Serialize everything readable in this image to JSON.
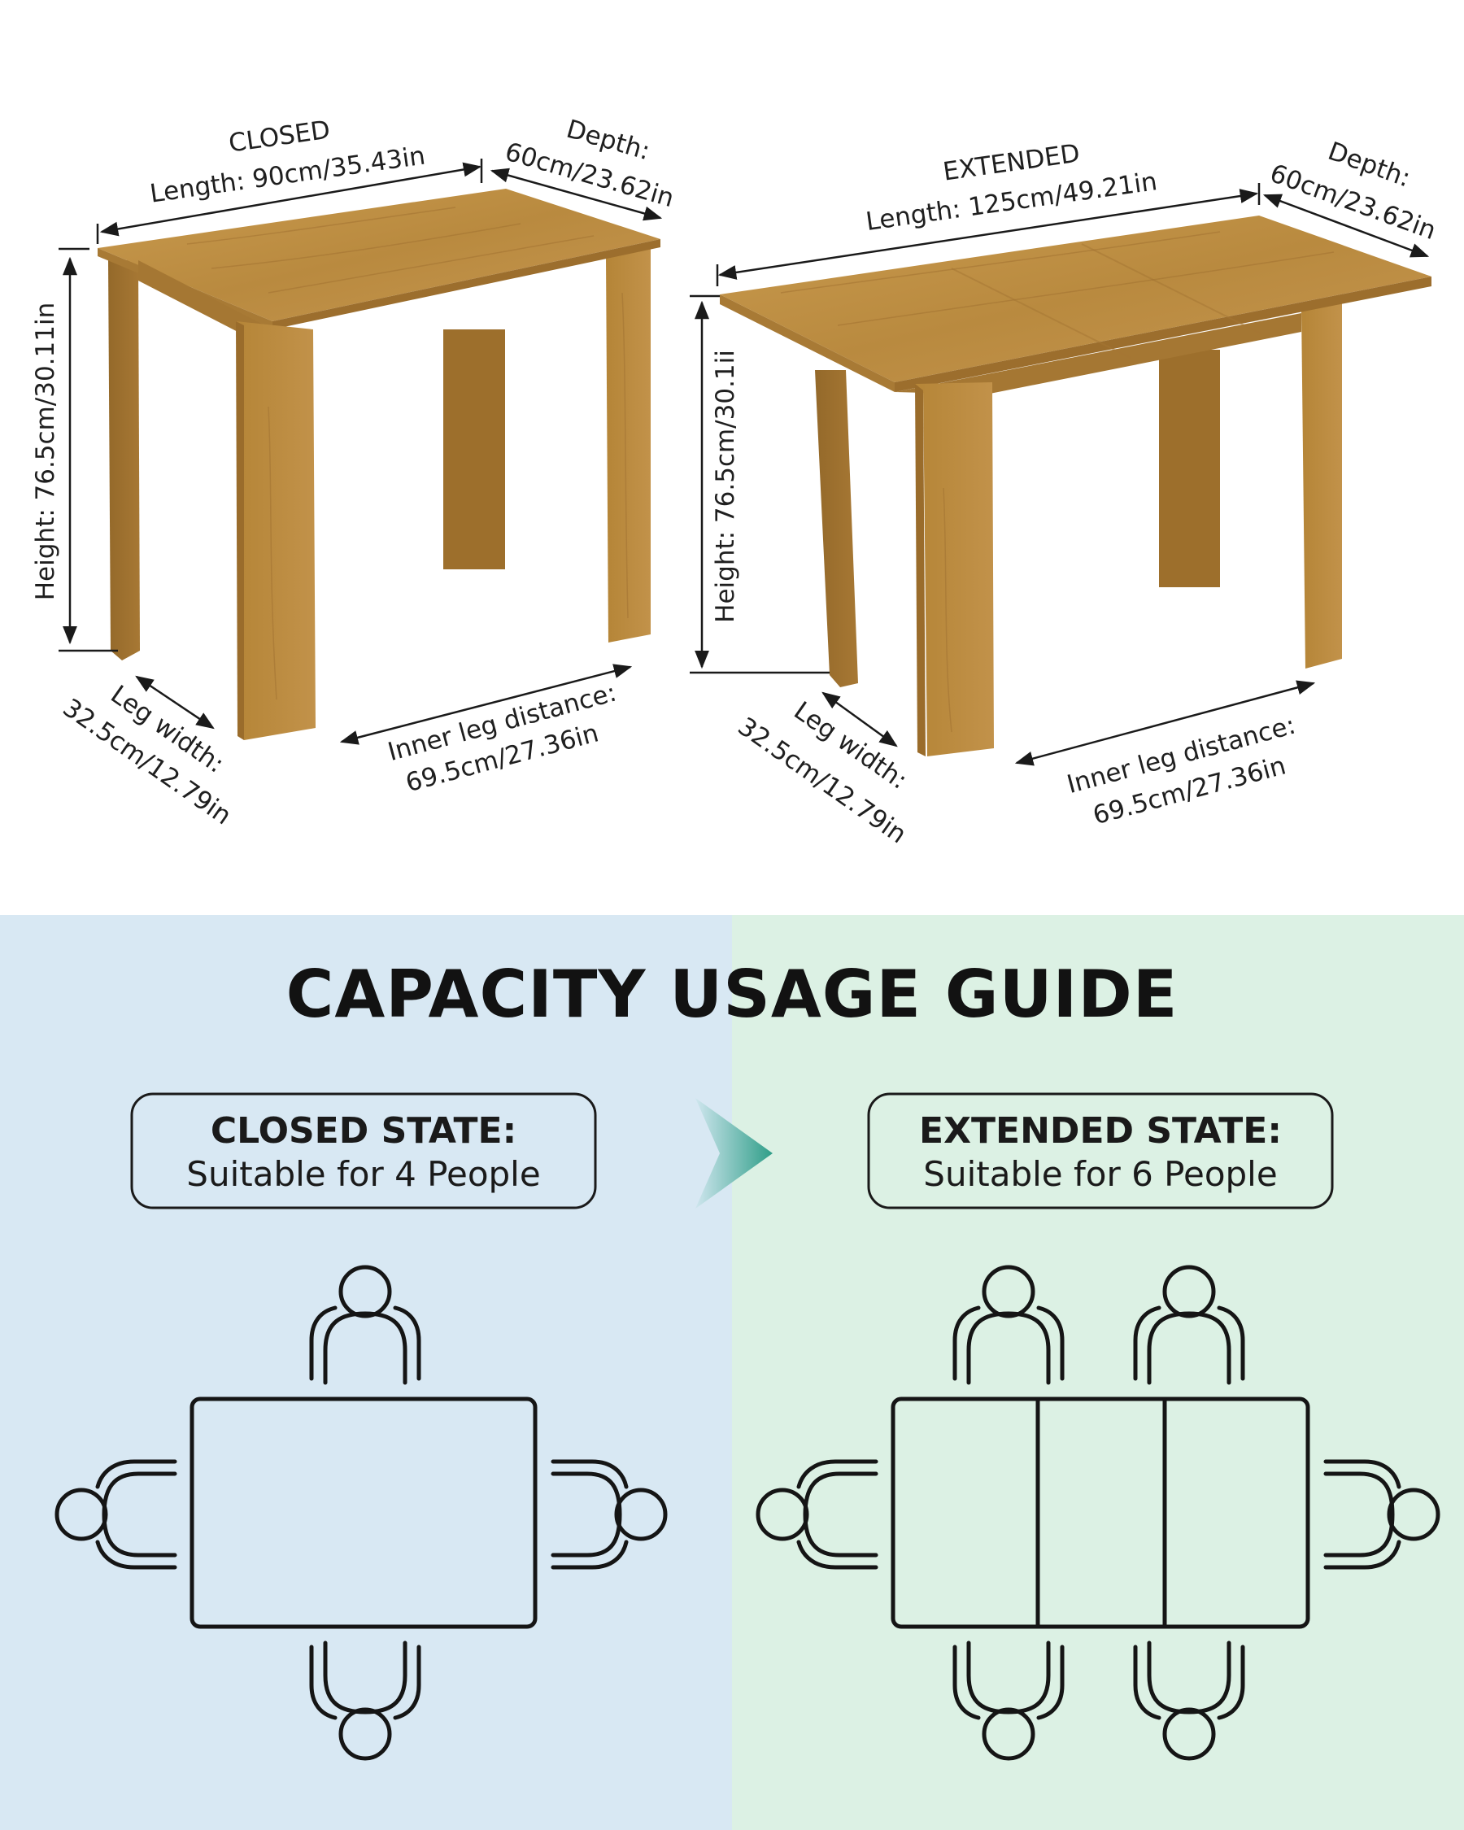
{
  "closed_table": {
    "heading": "CLOSED",
    "length": "Length: 90cm/35.43in",
    "depth_label": "Depth:",
    "depth_value": "60cm/23.62in",
    "height": "Height: 76.5cm/30.11in",
    "leg_label": "Leg width:",
    "leg_value": "32.5cm/12.79in",
    "inner_label": "Inner leg distance:",
    "inner_value": "69.5cm/27.36in"
  },
  "extended_table": {
    "heading": "EXTENDED",
    "length": "Length: 125cm/49.21in",
    "depth_label": "Depth:",
    "depth_value": "60cm/23.62in",
    "height": "Height: 76.5cm/30.1ii",
    "leg_label": "Leg width:",
    "leg_value": "32.5cm/12.79in",
    "inner_label": "Inner leg distance:",
    "inner_value": "69.5cm/27.36in"
  },
  "guide": {
    "title": "CAPACITY USAGE GUIDE",
    "closed_state": {
      "title": "CLOSED STATE:",
      "description": "Suitable for 4 People"
    },
    "extended_state": {
      "title": "EXTENDED STATE:",
      "description": "Suitable for 6 People"
    }
  },
  "colors": {
    "wood": "#b8893f",
    "wood_dark": "#8f6526",
    "panel_left": "#d8e8f3",
    "panel_right": "#dcf1e4",
    "chevron": "#3aa48f"
  }
}
